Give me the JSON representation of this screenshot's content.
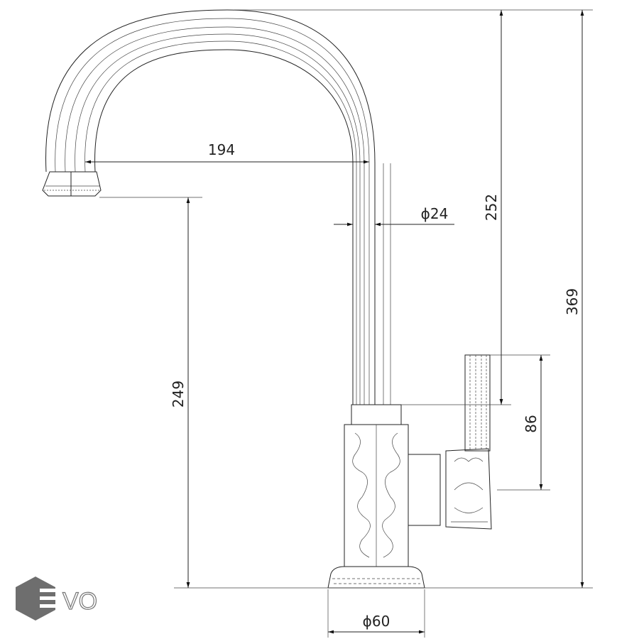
{
  "drawing": {
    "dimensions": {
      "spout_reach": "194",
      "pipe_diameter": "ϕ24",
      "spout_height": "249",
      "spout_drop": "252",
      "total_height": "369",
      "handle_height": "86",
      "base_diameter": "ϕ60"
    }
  },
  "logo": {
    "text": "EVO",
    "color": "#6e6e6e"
  }
}
